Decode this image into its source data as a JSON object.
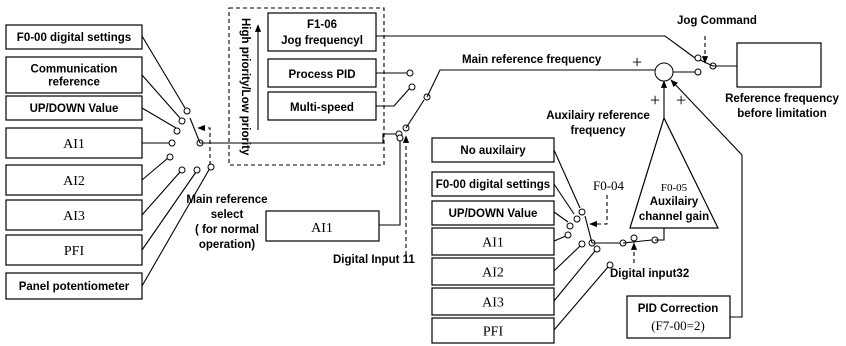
{
  "left_sources": [
    {
      "lines": [
        "F0-00 digital settings"
      ],
      "style": "bold"
    },
    {
      "lines": [
        "Communication",
        "reference"
      ],
      "style": "bold"
    },
    {
      "lines": [
        "UP/DOWN Value"
      ],
      "style": "bold"
    },
    {
      "lines": [
        "AI1"
      ],
      "style": "serif"
    },
    {
      "lines": [
        "AI2"
      ],
      "style": "serif"
    },
    {
      "lines": [
        "AI3"
      ],
      "style": "serif"
    },
    {
      "lines": [
        "PFI"
      ],
      "style": "serif"
    },
    {
      "lines": [
        "Panel potentiometer"
      ],
      "style": "bold"
    }
  ],
  "priority_blocks": {
    "jog": [
      "F1-06",
      "Jog frequencyl"
    ],
    "pid": "Process PID",
    "multispeed": "Multi-speed",
    "priority_label": "High priority/Low priority"
  },
  "main_select_label": [
    "Main reference",
    "select",
    "( for normal",
    "operation)"
  ],
  "ai1_center": "AI1",
  "digital_input_11": "Digital Input 11",
  "jog_command": "Jog Command",
  "main_ref_freq": "Main reference frequency",
  "aux_ref_freq": [
    "Auxilairy reference",
    "frequency"
  ],
  "ref_before_limit": [
    "Reference frequency",
    "before limitation"
  ],
  "signs": [
    "+",
    "+",
    "+"
  ],
  "aux_sources": [
    {
      "lines": [
        "No auxilairy"
      ],
      "style": "bold"
    },
    {
      "lines": [
        "F0-00 digital settings"
      ],
      "style": "bold"
    },
    {
      "lines": [
        "UP/DOWN Value"
      ],
      "style": "bold"
    },
    {
      "lines": [
        "AI1"
      ],
      "style": "serif"
    },
    {
      "lines": [
        "AI2"
      ],
      "style": "serif"
    },
    {
      "lines": [
        "AI3"
      ],
      "style": "serif"
    },
    {
      "lines": [
        "PFI"
      ],
      "style": "serif"
    }
  ],
  "f0_04": "F0-04",
  "gain_block": {
    "code": "F0-05",
    "lines": [
      "Auxilairy",
      "channel gain"
    ]
  },
  "digital_input_32": "Digital input32",
  "pid_correction": {
    "title": "PID Correction",
    "code": "(F7-00=2)"
  }
}
